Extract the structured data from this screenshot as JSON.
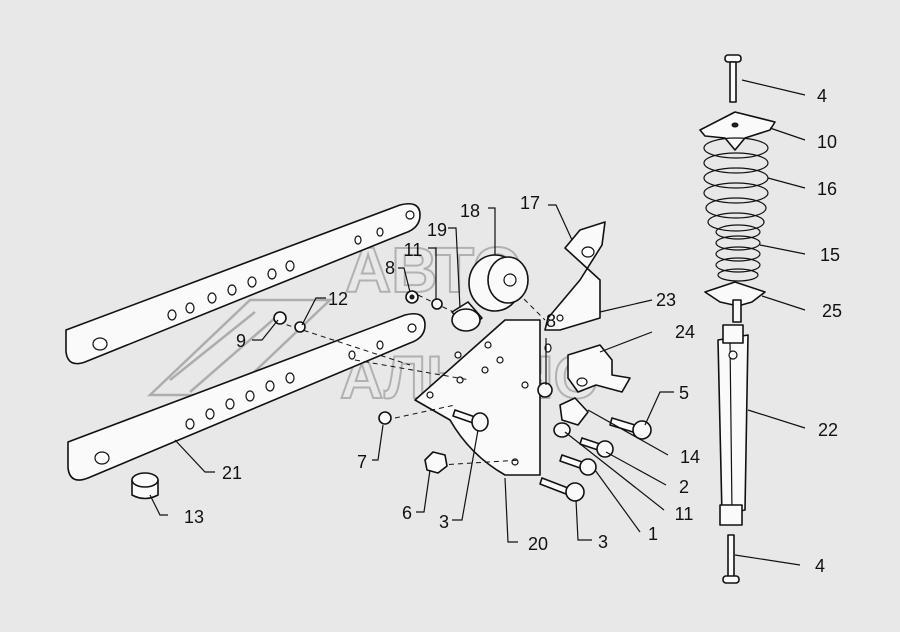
{
  "watermark": {
    "line1": "АВТО",
    "line2": "АЛЬЯНС"
  },
  "callouts": [
    {
      "id": "4-top",
      "text": "4"
    },
    {
      "id": "10",
      "text": "10"
    },
    {
      "id": "16",
      "text": "16"
    },
    {
      "id": "15",
      "text": "15"
    },
    {
      "id": "25",
      "text": "25"
    },
    {
      "id": "22",
      "text": "22"
    },
    {
      "id": "4-bottom",
      "text": "4"
    },
    {
      "id": "17",
      "text": "17"
    },
    {
      "id": "18",
      "text": "18"
    },
    {
      "id": "19",
      "text": "19"
    },
    {
      "id": "11-top",
      "text": "11"
    },
    {
      "id": "8-left",
      "text": "8"
    },
    {
      "id": "12",
      "text": "12"
    },
    {
      "id": "9",
      "text": "9"
    },
    {
      "id": "23",
      "text": "23"
    },
    {
      "id": "24",
      "text": "24"
    },
    {
      "id": "8-right",
      "text": "8"
    },
    {
      "id": "5",
      "text": "5"
    },
    {
      "id": "14",
      "text": "14"
    },
    {
      "id": "2",
      "text": "2"
    },
    {
      "id": "11-bottom",
      "text": "11"
    },
    {
      "id": "1",
      "text": "1"
    },
    {
      "id": "3-right",
      "text": "3"
    },
    {
      "id": "20",
      "text": "20"
    },
    {
      "id": "3-left",
      "text": "3"
    },
    {
      "id": "6",
      "text": "6"
    },
    {
      "id": "7",
      "text": "7"
    },
    {
      "id": "21",
      "text": "21"
    },
    {
      "id": "13",
      "text": "13"
    }
  ]
}
